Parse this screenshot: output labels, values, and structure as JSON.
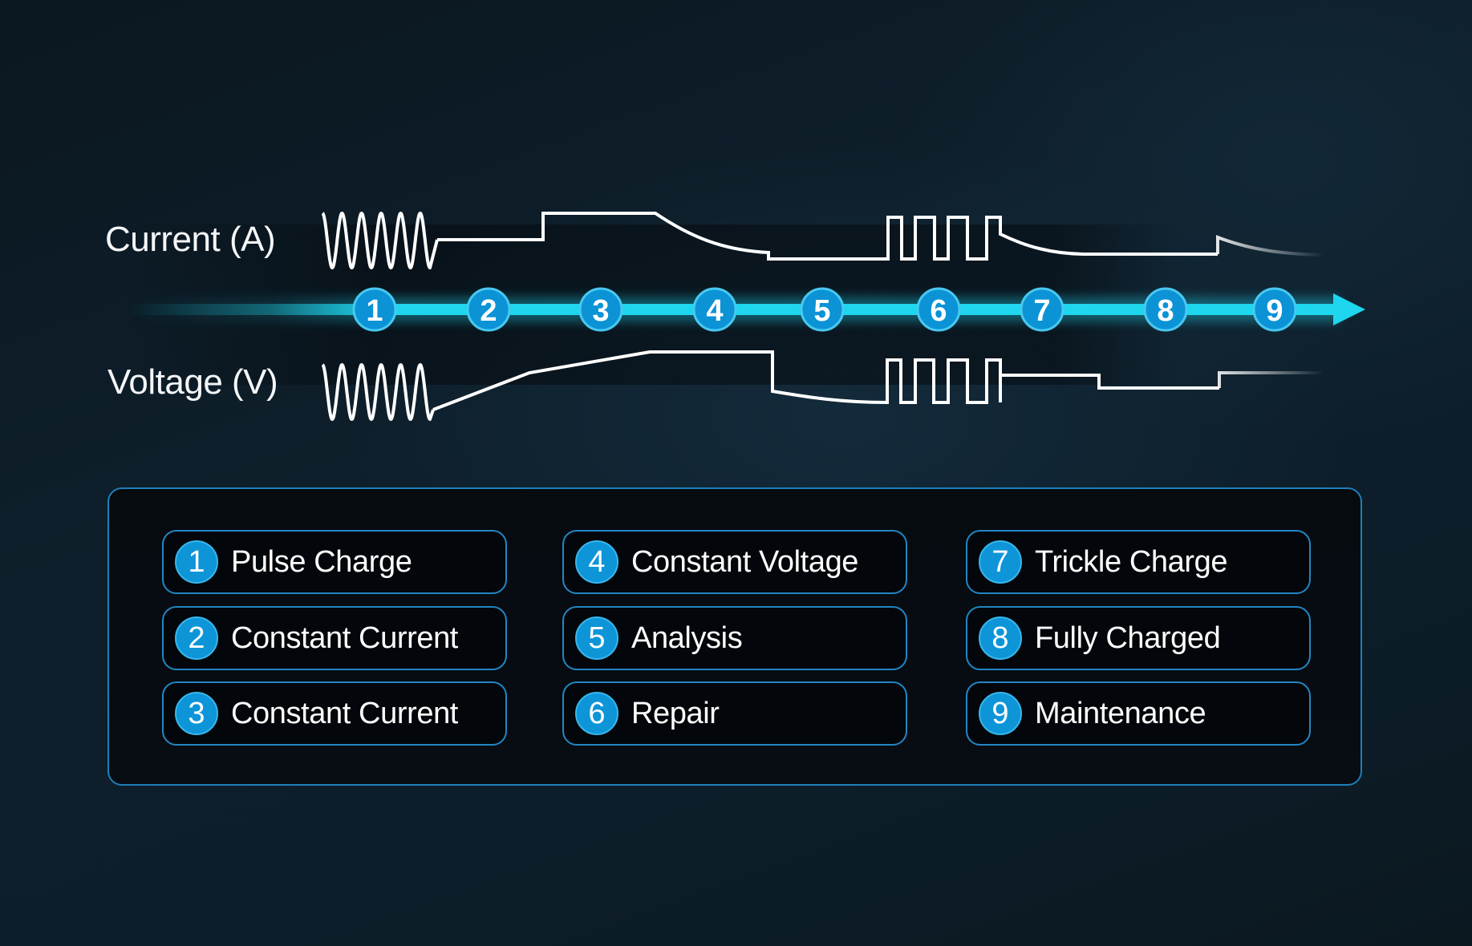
{
  "colors": {
    "track": "#1ed6ee",
    "node_fill": "#0b93d6",
    "node_border": "#49c8f0",
    "trace": "#ffffff",
    "legend_border": "#2386c4"
  },
  "labels": {
    "current": "Current (A)",
    "voltage": "Voltage (V)"
  },
  "stages": [
    {
      "num": "1",
      "name": "Pulse Charge"
    },
    {
      "num": "2",
      "name": "Constant Current"
    },
    {
      "num": "3",
      "name": "Constant Current"
    },
    {
      "num": "4",
      "name": "Constant Voltage"
    },
    {
      "num": "5",
      "name": "Analysis"
    },
    {
      "num": "6",
      "name": "Repair"
    },
    {
      "num": "7",
      "name": "Trickle Charge"
    },
    {
      "num": "8",
      "name": "Fully Charged"
    },
    {
      "num": "9",
      "name": "Maintenance"
    }
  ],
  "icons": {
    "timeline_arrow": "arrow-right-icon"
  }
}
